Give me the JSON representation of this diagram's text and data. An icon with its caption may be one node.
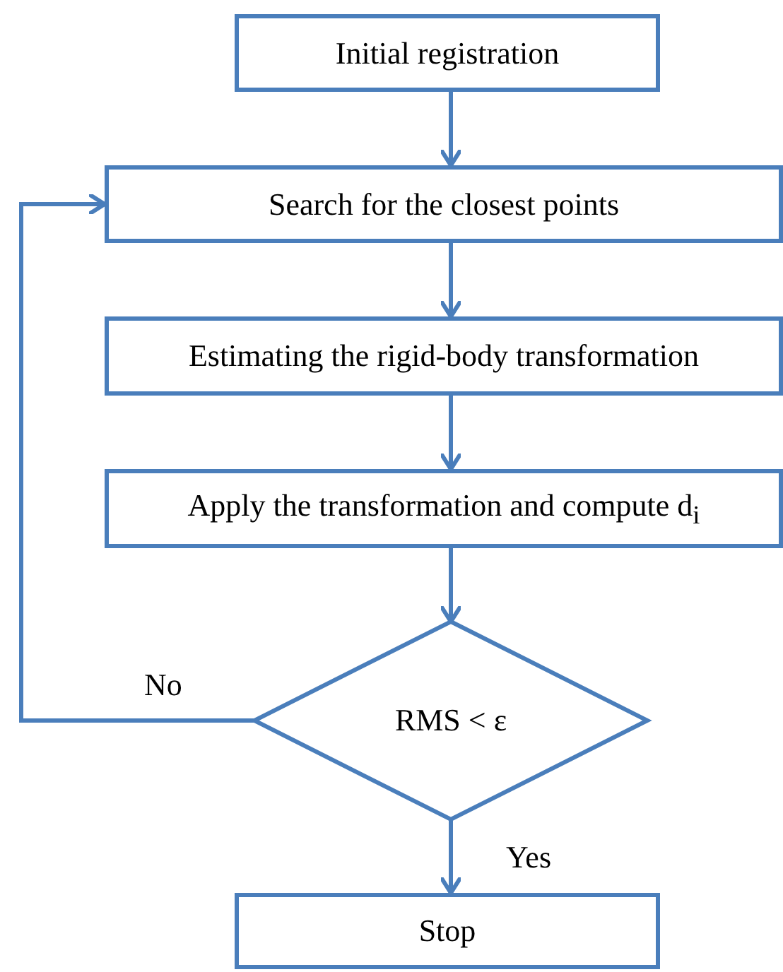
{
  "diagram": {
    "nodes": [
      {
        "text": [
          "Initial registration"
        ]
      },
      {
        "text": [
          "Search for the closest points"
        ]
      },
      {
        "text": [
          "Estimating the rigid-body transformation"
        ]
      },
      {
        "text": [
          "Apply the transformation and compute d$_{i}$"
        ]
      },
      {
        "text": [
          "RMS < ε"
        ]
      },
      {
        "text": [
          "Stop"
        ]
      }
    ],
    "edges": [
      {
        "from": 0,
        "to": 1,
        "arrow": "to"
      },
      {
        "from": 1,
        "to": 2,
        "arrow": "to"
      },
      {
        "from": 2,
        "to": 3,
        "arrow": "to"
      },
      {
        "from": 3,
        "to": 4,
        "arrow": "to"
      },
      {
        "from": 4,
        "to": 5,
        "arrow": "to",
        "label": "Yes"
      },
      {
        "from": 4,
        "to": 1,
        "arrow": "to",
        "label": "No"
      }
    ]
  }
}
